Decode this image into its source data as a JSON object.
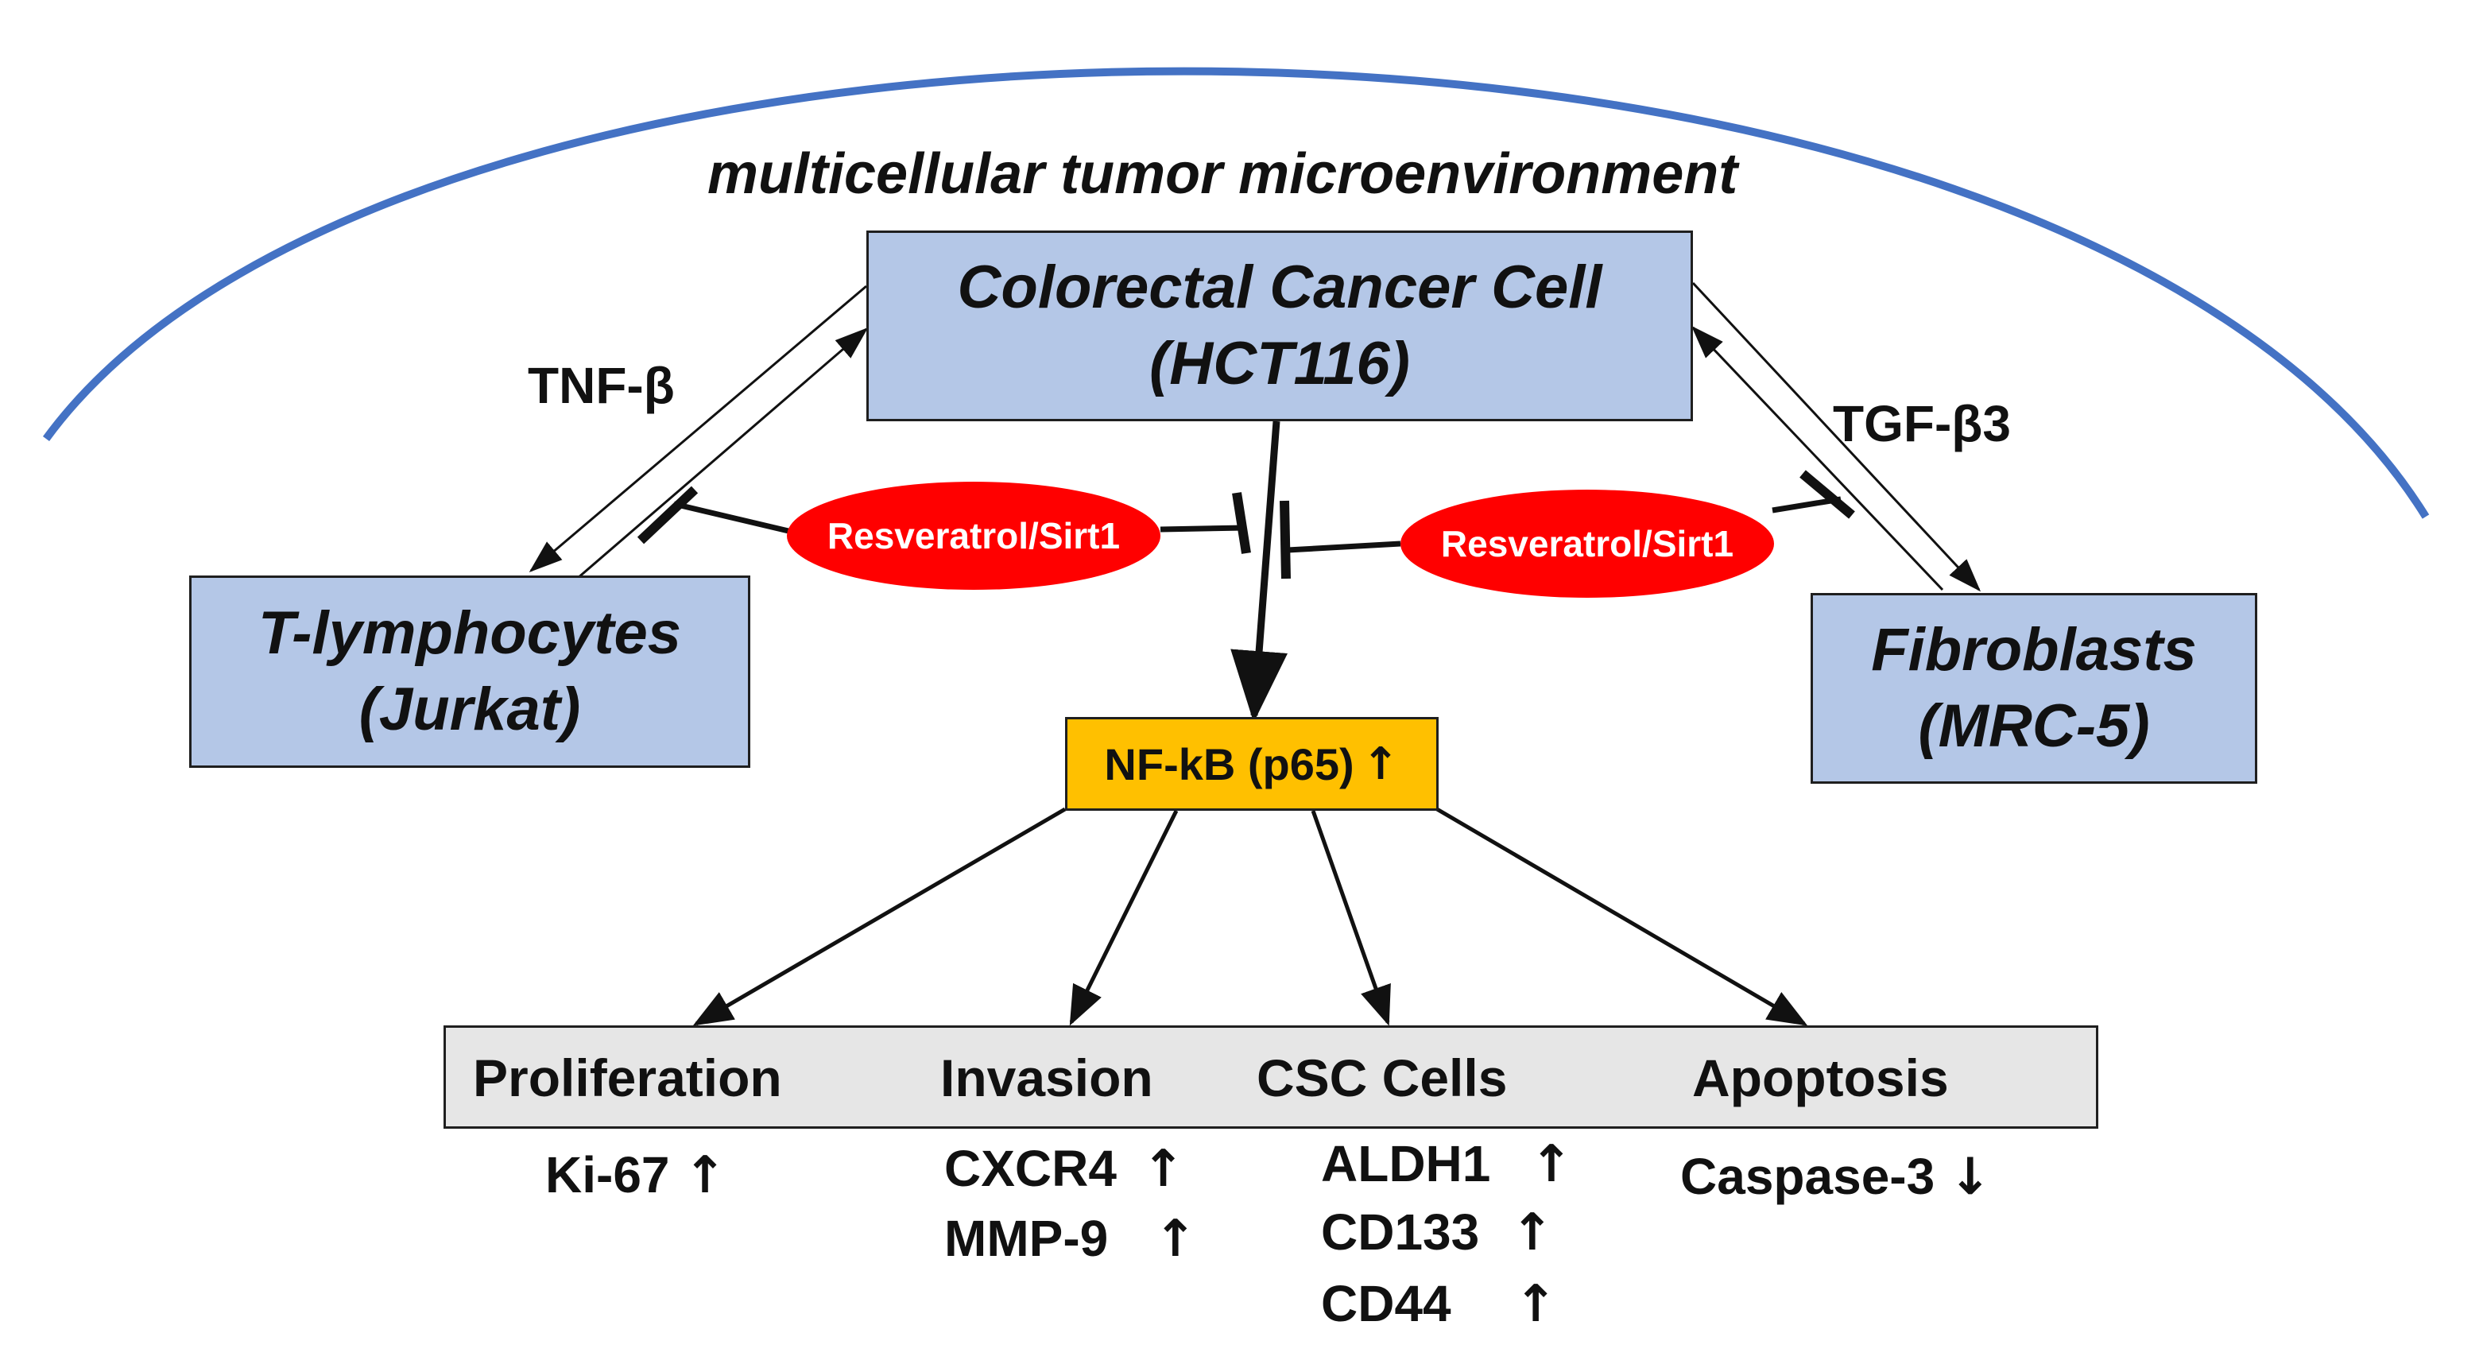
{
  "title": "multicellular tumor microenvironment",
  "cells": {
    "colorectal": {
      "line1": "Colorectal Cancer Cell",
      "line2": "(HCT116)"
    },
    "tlymph": {
      "line1": "T-lymphocytes",
      "line2": "(Jurkat)"
    },
    "fibro": {
      "line1": "Fibroblasts",
      "line2": "(MRC-5)"
    }
  },
  "signals": {
    "left": "TNF-β",
    "right": "TGF-β3"
  },
  "inhibitor": {
    "left": "Resveratrol/Sirt1",
    "right": "Resveratrol/Sirt1"
  },
  "hub": {
    "label": "NF-kB (p65)",
    "arrow": "↑"
  },
  "outcomes": {
    "proliferation": {
      "label": "Proliferation",
      "markers": [
        {
          "name": "Ki-67",
          "arrow": "↑"
        }
      ]
    },
    "invasion": {
      "label": "Invasion",
      "markers": [
        {
          "name": "CXCR4",
          "arrow": "↑"
        },
        {
          "name": "MMP-9",
          "arrow": "↑"
        }
      ]
    },
    "csc": {
      "label": "CSC Cells",
      "markers": [
        {
          "name": "ALDH1",
          "arrow": "↑"
        },
        {
          "name": "CD133",
          "arrow": "↑"
        },
        {
          "name": "CD44",
          "arrow": "↑"
        }
      ]
    },
    "apoptosis": {
      "label": "Apoptosis",
      "markers": [
        {
          "name": "Caspase-3",
          "arrow": "↓"
        }
      ]
    }
  },
  "colors": {
    "arc": "#4472c4",
    "cell_fill": "#b4c7e7",
    "hub_fill": "#ffc000",
    "inhibitor_fill": "#ff0000",
    "outcome_fill": "#e6e6e6"
  }
}
